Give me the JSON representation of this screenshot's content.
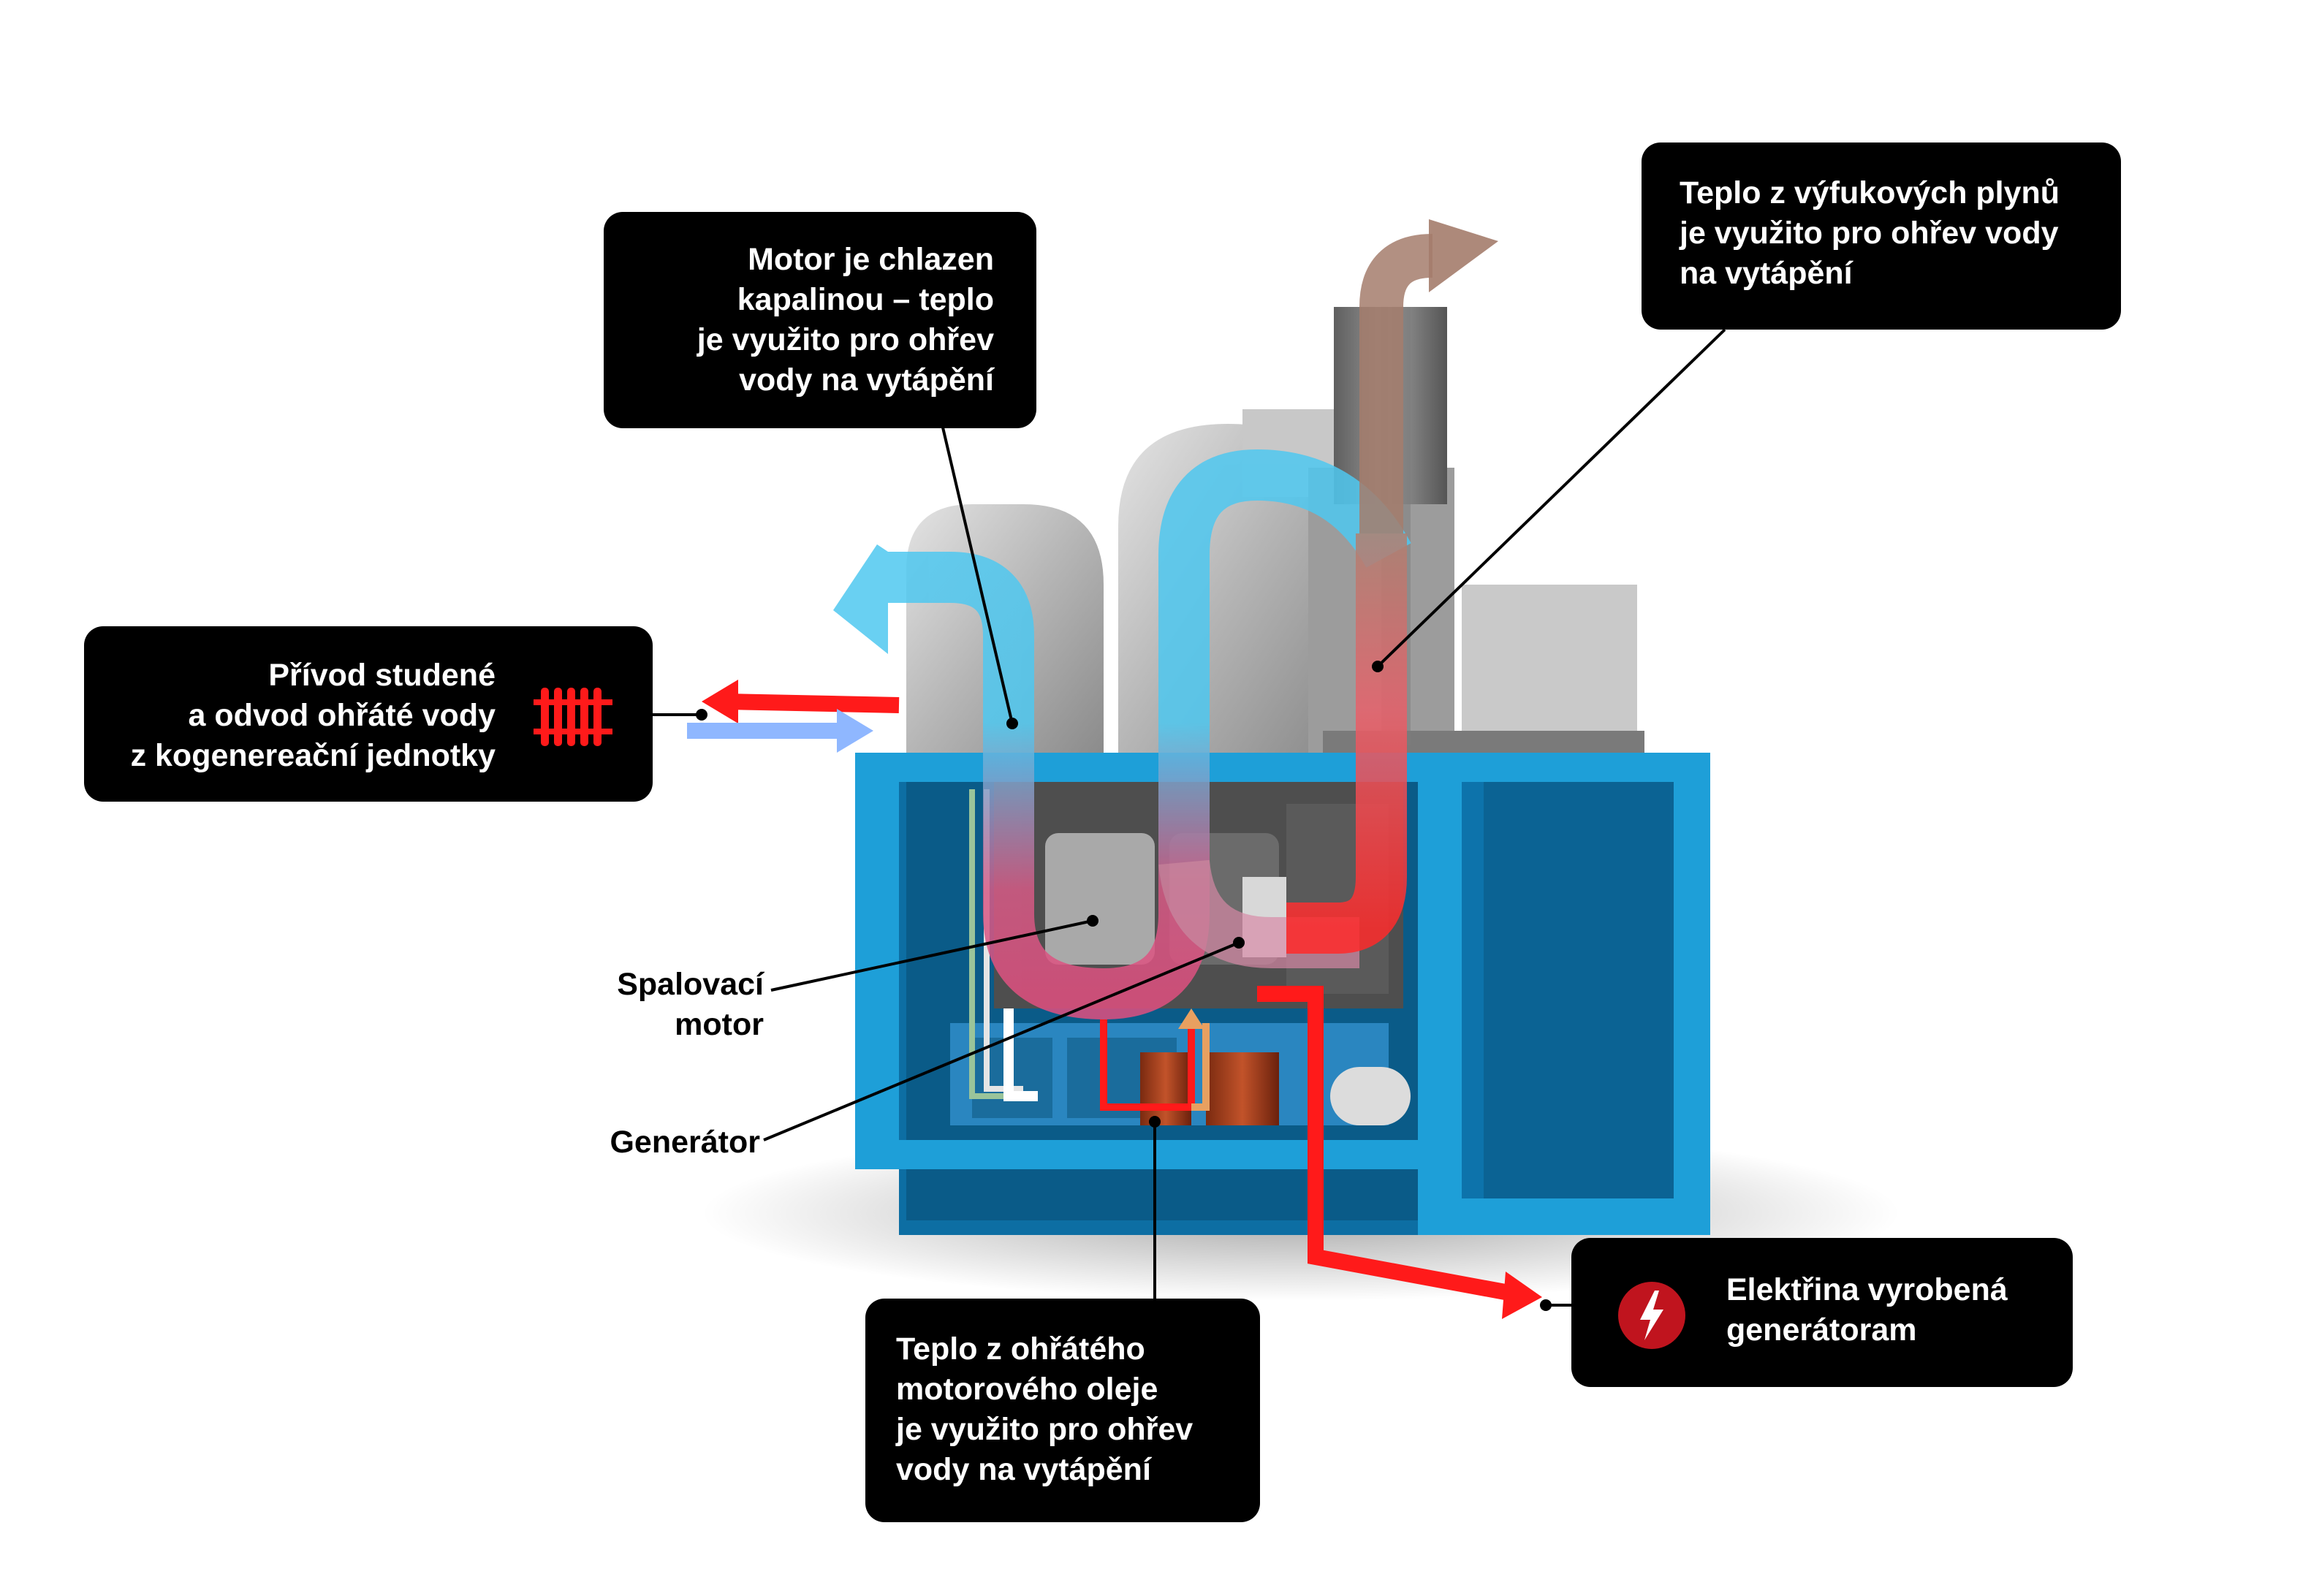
{
  "callouts": {
    "cooling": "Motor je chlazen\nkapalinou – teplo\nje využito pro ohřev\nvody na vytápění",
    "exhaust": "Teplo z výfukových plynů\nje využito pro ohřev vody\nna vytápění",
    "water": "Přívod studené\na odvod ohřáté vody\nz kogenereační jednotky",
    "oil": "Teplo z ohřátého\nmotorového oleje\nje využito pro ohřev\nvody na vytápění",
    "electricity": "Elektřina vyrobená\ngenerátoram"
  },
  "labels": {
    "engine": "Spalovací\nmotor",
    "generator": "Generátor"
  },
  "icons": {
    "radiator": "radiator-icon",
    "electricity": "lightning-bolt-icon"
  },
  "colors": {
    "frame_blue": "#1e9fd8",
    "hot_red": "#ff1a1a",
    "cold_blue": "#8fb7ff",
    "coolant_cyan": "#4fc8f0",
    "exhaust_brown": "#a47c6c",
    "callout_bg": "#000000"
  }
}
